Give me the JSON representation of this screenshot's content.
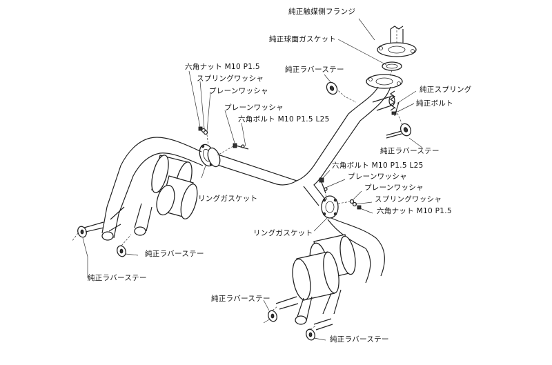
{
  "labels": {
    "catalyst_flange": "純正触媒側フランジ",
    "spherical_gasket": "純正球面ガスケット",
    "rubber_stay_top": "純正ラバーステー",
    "spring": "純正スプリング",
    "bolt": "純正ボルト",
    "rubber_stay_mid": "純正ラバーステー",
    "hex_nut_left": "六角ナット M10 P1.5",
    "spring_washer_left": "スプリングワッシャ",
    "plain_washer_left_1": "プレーンワッシャ",
    "plain_washer_left_2": "プレーンワッシャ",
    "hex_bolt_left": "六角ボルト M10 P1.5 L25",
    "ring_gasket_left": "リングガスケット",
    "hex_bolt_right": "六角ボルト M10 P1.5 L25",
    "plain_washer_right_1": "プレーンワッシャ",
    "plain_washer_right_2": "プレーンワッシャ",
    "spring_washer_right": "スプリングワッシャ",
    "hex_nut_right": "六角ナット M10 P1.5",
    "ring_gasket_right": "リングガスケット",
    "rubber_stay_left_1": "純正ラバーステー",
    "rubber_stay_left_2": "純正ラバーステー",
    "rubber_stay_bottom_1": "純正ラバーステー",
    "rubber_stay_bottom_2": "純正ラバーステー"
  }
}
